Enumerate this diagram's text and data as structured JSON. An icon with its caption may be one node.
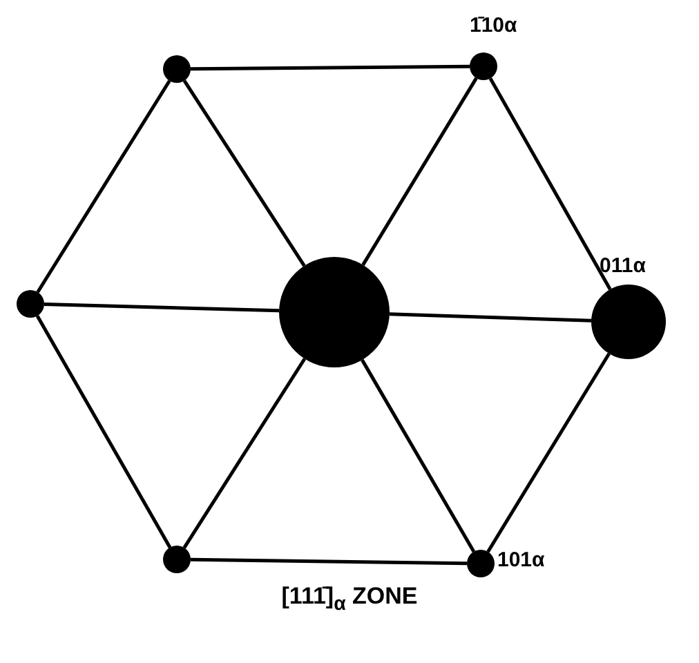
{
  "diagram": {
    "caption": "[111̄]$_{α}$ ZONE",
    "nodes": [
      {
        "text": [],
        "shape": "circle"
      },
      {
        "text": [],
        "shape": "circle",
        "beside": [
          "1̄10α"
        ]
      },
      {
        "text": [],
        "shape": "circle"
      },
      {
        "text": [],
        "shape": "circle"
      },
      {
        "text": [],
        "shape": "circle",
        "beside": [
          "011α"
        ]
      },
      {
        "text": [],
        "shape": "circle"
      },
      {
        "text": [],
        "shape": "circle",
        "beside": [
          "101α"
        ]
      }
    ],
    "edges": [
      {
        "from": 0,
        "to": 1,
        "arrow": "none"
      },
      {
        "from": 1,
        "to": 4,
        "arrow": "none"
      },
      {
        "from": 4,
        "to": 6,
        "arrow": "none"
      },
      {
        "from": 6,
        "to": 5,
        "arrow": "none"
      },
      {
        "from": 5,
        "to": 2,
        "arrow": "none"
      },
      {
        "from": 2,
        "to": 0,
        "arrow": "none"
      },
      {
        "from": 3,
        "to": 0,
        "arrow": "none"
      },
      {
        "from": 3,
        "to": 1,
        "arrow": "none"
      },
      {
        "from": 3,
        "to": 2,
        "arrow": "none"
      },
      {
        "from": 3,
        "to": 4,
        "arrow": "none"
      },
      {
        "from": 3,
        "to": 5,
        "arrow": "none"
      },
      {
        "from": 3,
        "to": 6,
        "arrow": "none"
      }
    ]
  }
}
